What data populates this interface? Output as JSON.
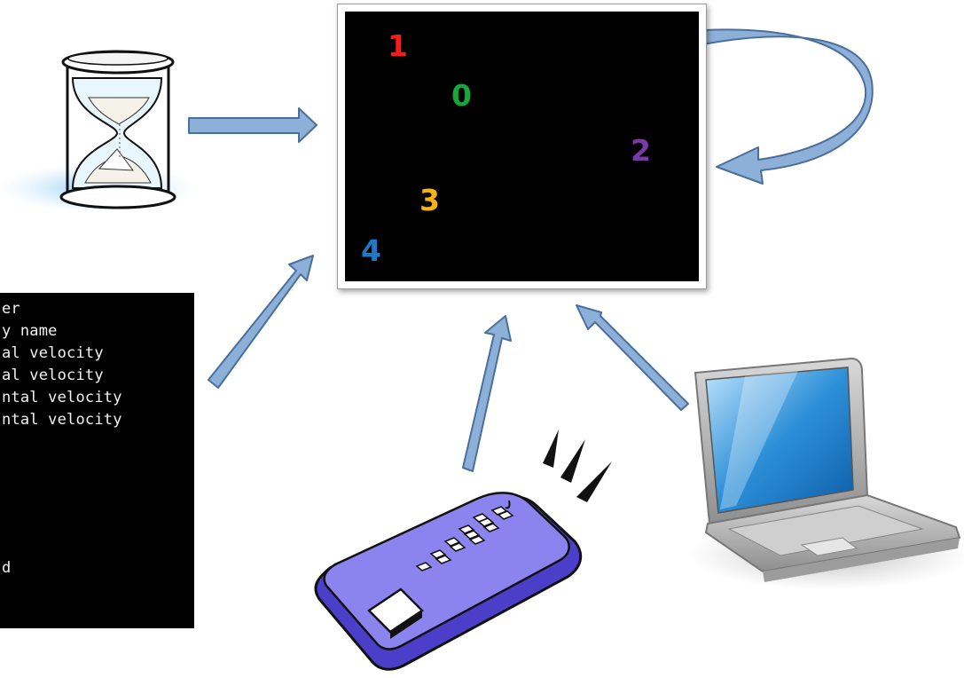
{
  "display": {
    "numbers": [
      {
        "label": "1",
        "color": "#ff1a1a"
      },
      {
        "label": "0",
        "color": "#17a83c"
      },
      {
        "label": "2",
        "color": "#7a3aa6"
      },
      {
        "label": "3",
        "color": "#f6b40e"
      },
      {
        "label": "4",
        "color": "#1f78c8"
      }
    ]
  },
  "terminal": {
    "lines": [
      "er",
      "y name",
      "al velocity",
      "al velocity",
      "ntal velocity",
      "ntal velocity",
      "d"
    ]
  },
  "colors": {
    "arrow_fill": "#8db0d8",
    "arrow_stroke": "#4a6f9c"
  },
  "icons": [
    "hourglass-icon",
    "remote-control-icon",
    "laptop-icon"
  ]
}
